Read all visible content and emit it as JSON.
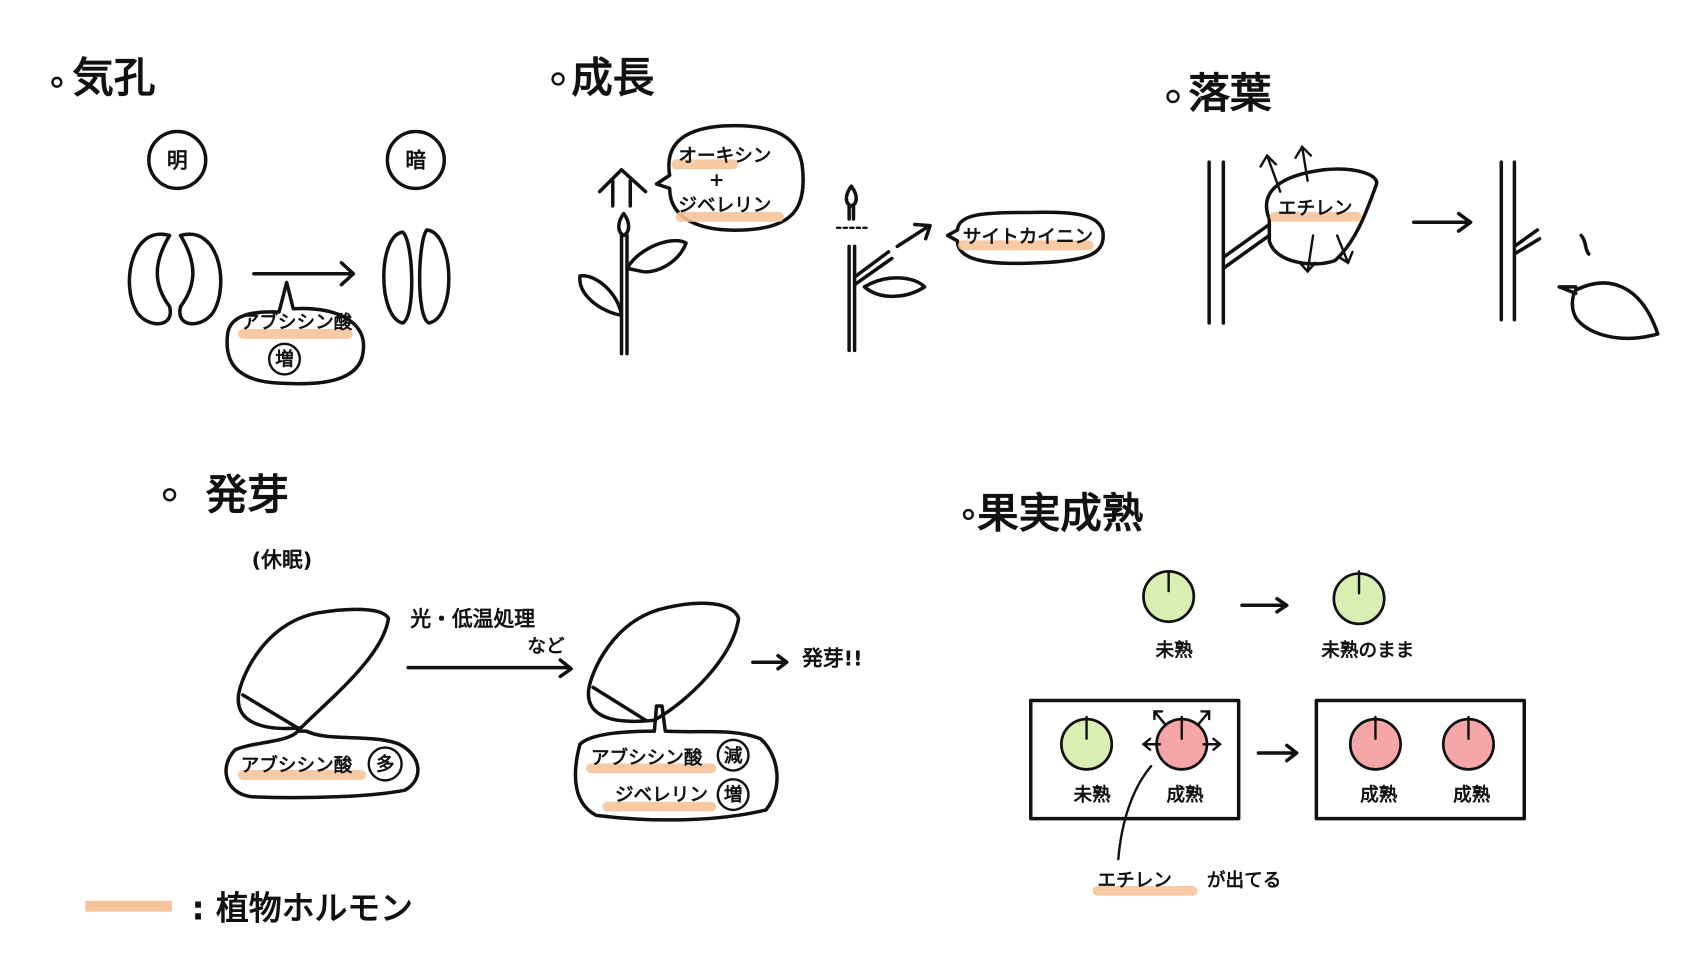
{
  "colors": {
    "highlight": "#f7c59b",
    "unripe": "#d9efb2",
    "ripe": "#f6a6a6",
    "ink": "#111111"
  },
  "stomata": {
    "title": "気孔",
    "light": "明",
    "dark": "暗",
    "hormone": "アブシシン酸",
    "change": "増"
  },
  "growth": {
    "title": "成長",
    "hormone1": "オーキシン",
    "plus": "+",
    "hormone2": "ジベレリン",
    "hormone3": "サイトカイニン"
  },
  "abscission": {
    "title": "落葉",
    "hormone": "エチレン"
  },
  "germination": {
    "title": "発芽",
    "dormancy": "(休眠)",
    "treatment": "光・低温処理",
    "etc": "など",
    "result": "発芽!!",
    "before": {
      "hormone": "アブシシン酸",
      "change": "多"
    },
    "after": [
      {
        "hormone": "アブシシン酸",
        "change": "減"
      },
      {
        "hormone": "ジベレリン",
        "change": "増"
      }
    ]
  },
  "ripening": {
    "title": "果実成熟",
    "unripe": "未熟",
    "stays_unripe": "未熟のまま",
    "ripe": "成熟",
    "note_hormone": "エチレン",
    "note_rest": "が出てる"
  },
  "legend": {
    "label": ": 植物ホルモン"
  }
}
